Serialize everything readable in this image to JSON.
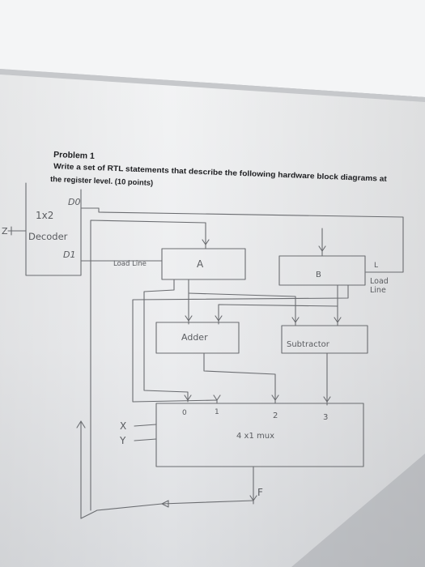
{
  "problem": {
    "heading": "Problem 1",
    "line1": "Write a set of RTL statements that describe the following hardware block diagrams at",
    "line2": "the register level. (10 points)"
  },
  "decoder": {
    "out0": "D0",
    "size": "1x2",
    "label": "Decoder",
    "out1": "D1",
    "input": "Z"
  },
  "registers": {
    "a": "A",
    "b": "B",
    "a_load": "Load Line",
    "b_load_1": "L",
    "b_load_2": "Load",
    "b_load_3": "Line"
  },
  "units": {
    "adder": "Adder",
    "subtractor": "Subtractor"
  },
  "mux": {
    "label": "4 x1 mux",
    "sel_x": "X",
    "sel_y": "Y",
    "in0": "0",
    "in1": "1",
    "in2": "2",
    "in3": "3",
    "output": "F"
  },
  "colors": {
    "paper": "#eeeff1",
    "ink": "#5a5c60",
    "print": "#1e1f22"
  }
}
